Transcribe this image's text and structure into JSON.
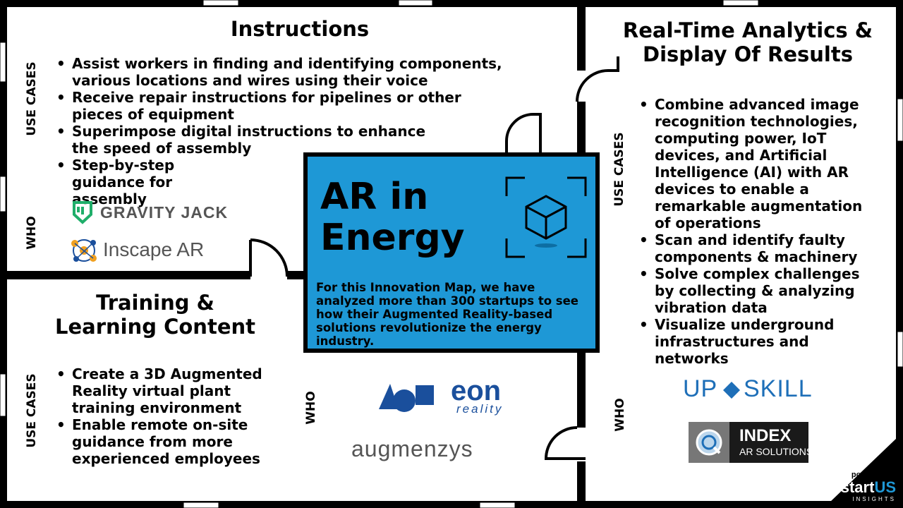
{
  "instructions": {
    "title": "Instructions",
    "use_cases_label": "USE CASES",
    "who_label": "WHO",
    "bullets": [
      "Assist workers in finding and identifying components, various locations and wires using their voice",
      "Receive repair instructions for pipelines or other pieces of equipment",
      "Superimpose digital instructions to enhance the speed of assembly",
      "Step-by-step guidance for assembly"
    ],
    "logos": [
      "GRAVITY JACK",
      "Inscape AR"
    ]
  },
  "training": {
    "title": "Training & Learning Content",
    "use_cases_label": "USE CASES",
    "who_label": "WHO",
    "bullets": [
      "Create a 3D Augmented Reality virtual plant training environment",
      "Enable remote on-site guidance from more experienced employees"
    ],
    "logos": [
      "eon",
      "reality",
      "augmenzys"
    ]
  },
  "analytics": {
    "title": "Real-Time Analytics & Display Of Results",
    "use_cases_label": "USE CASES",
    "who_label": "WHO",
    "bullets": [
      "Combine advanced image recognition technologies, computing power, IoT devices, and Artificial Intelligence (AI) with AR devices to enable a remarkable augmentation of operations",
      "Scan and identify faulty components & machinery",
      "Solve complex challenges by collecting & analyzing vibration data",
      "Visualize underground infrastructures and networks"
    ],
    "logos": [
      "UP",
      "SKILL",
      "INDEX",
      "AR SOLUTIONS"
    ]
  },
  "center": {
    "title_line1": "AR in",
    "title_line2": "Energy",
    "description": "For this Innovation Map, we have analyzed more than 300 startups to see how their Augmented Reality-based solutions revolutionize the energy industry.",
    "icon": "ar-cube-icon"
  },
  "footer": {
    "powered_by": "powered by",
    "brand_start": "start",
    "brand_us": "US",
    "brand_sub": "INSIGHTS"
  },
  "colors": {
    "accent_blue": "#1e98d6",
    "gravity_jack_green": "#1fae6a",
    "upskill_blue": "#1e6fb8",
    "eon_blue": "#1a4f9c",
    "augmenzys_red": "#b0463f"
  }
}
